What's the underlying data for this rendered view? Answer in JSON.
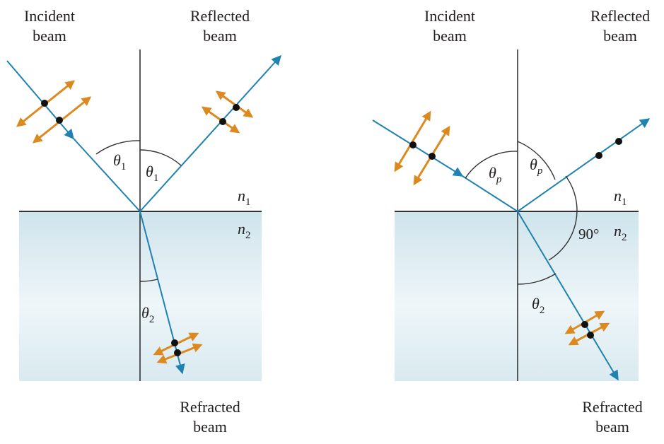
{
  "colors": {
    "beam": "#1f82b0",
    "polarization_arrow": "#dc8a1f",
    "dot": "#111111",
    "line": "#333333",
    "medium_top": "#cfe4ec",
    "medium_bottom": "#eef6f9"
  },
  "left_panel": {
    "incident_label_1": "Incident",
    "incident_label_2": "beam",
    "reflected_label_1": "Reflected",
    "reflected_label_2": "beam",
    "refracted_label_1": "Refracted",
    "refracted_label_2": "beam",
    "theta_1_left": "θ",
    "theta_1_left_sub": "1",
    "theta_1_right": "θ",
    "theta_1_right_sub": "1",
    "theta_2": "θ",
    "theta_2_sub": "2",
    "n1": "n",
    "n1_sub": "1",
    "n2": "n",
    "n2_sub": "2"
  },
  "right_panel": {
    "incident_label_1": "Incident",
    "incident_label_2": "beam",
    "reflected_label_1": "Reflected",
    "reflected_label_2": "beam",
    "refracted_label_1": "Refracted",
    "refracted_label_2": "beam",
    "theta_p_left": "θ",
    "theta_p_left_sub": "p",
    "theta_p_right": "θ",
    "theta_p_right_sub": "p",
    "theta_2": "θ",
    "theta_2_sub": "2",
    "right_angle": "90°",
    "n1": "n",
    "n1_sub": "1",
    "n2": "n",
    "n2_sub": "2"
  }
}
